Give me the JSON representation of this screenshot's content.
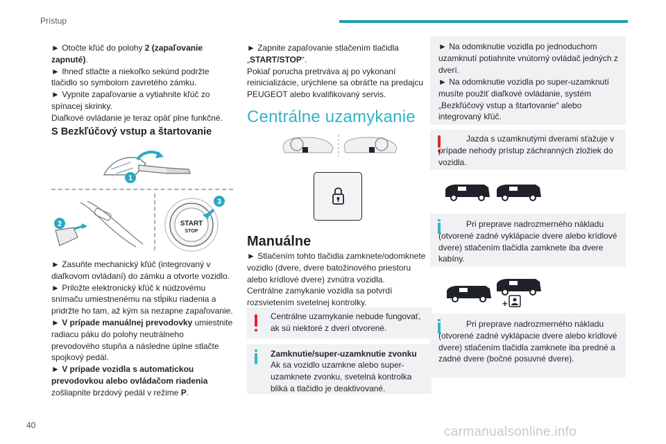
{
  "header": {
    "title": "Prístup"
  },
  "footer": {
    "page_number": "40",
    "watermark": "carmanualsonline.info"
  },
  "col1": {
    "intro_p1_a": "► Otočte kľúč do polohy ",
    "intro_p1_b": "2 (zapaľovanie zapnuté)",
    "intro_p1_c": ".",
    "intro_p2": "► Ihneď stlačte a niekoľko sekúnd podržte tlačidlo so symbolom zavretého zámku.",
    "intro_p3": "► Vypnite zapaľovanie a vytiahnite kľúč zo spínacej skrinky.",
    "intro_p4": "Diaľkové ovládanie je teraz opäť plne funkčné.",
    "section_heading": "S Bezkľúčový vstup a štartovanie",
    "figure_labels": {
      "step1": "1",
      "step2": "2",
      "step3": "3",
      "start_line1": "START",
      "start_line2": "STOP"
    },
    "step_p1": "► Zasuňte mechanický kľúč (integrovaný v diaľkovom ovládaní) do zámku a otvorte vozidlo.",
    "step_p2": "► Priložte elektronický kľúč k núdzovému snímaču umiestnenému na stĺpiku riadenia a pridržte ho tam, až kým sa nezapne zapaľovanie.",
    "step_p3_bold": "► V prípade manuálnej prevodovky",
    "step_p3_rest": " umiestnite radiacu páku do polohy neutrálneho prevodového stupňa a následne úplne stlačte spojkový pedál.",
    "step_p4_bold": "► V prípade vozidla s automatickou prevodovkou alebo ovládačom riadenia",
    "step_p4_rest_a": " zošliapnite brzdový pedál v režime ",
    "step_p4_rest_b": "P",
    "step_p4_rest_c": "."
  },
  "col2": {
    "p1_a": "► Zapnite zapaľovanie stlačením tlačidla „",
    "p1_b": "START/STOP",
    "p1_c": "“.",
    "p2": "Pokiaľ porucha pretrváva aj po vykonaní reinicializácie, urýchlene sa obráťte na predajcu PEUGEOT alebo kvalifikovaný servis.",
    "chapter_title": "Centrálne uzamykanie",
    "manual_heading": "Manuálne",
    "manual_p1": "► Stlačením tohto tlačidla zamknete/odomknete vozidlo (dvere, dvere batožinového priestoru alebo krídlové dvere) zvnútra vozidla.",
    "manual_p2": "Centrálne zamykanie vozidla sa potvrdí rozsvietením svetelnej kontrolky.",
    "warning_text": "Centrálne uzamykanie nebude fungovať, ak sú niektoré z dverí otvorené.",
    "info_title": "Zamknutie/super-uzamknutie zvonku",
    "info_text": "Ak sa vozidlo uzamkne alebo super-uzamknete zvonku, svetelná kontrolka bliká a tlačidlo je deaktivované."
  },
  "col3": {
    "box1_p1": "► Na odomknutie vozidla po jednoduchom uzamknutí potiahnite vnútorný ovládač jedných z dverí.",
    "box1_p2": "► Na odomknutie vozidla po super-uzamknutí musíte použiť diaľkové ovládanie, systém „Bezkľúčový vstup a štartovanie“ alebo integrovaný kľúč.",
    "warning_text": "Jazda s uzamknutými dverami sťažuje v prípade nehody prístup záchranných zložiek do vozidla.",
    "info1_text": "Pri preprave nadrozmerného nákladu (otvorené zadné vyklápacie dvere alebo krídlové dvere) stlačením tlačidla zamknete iba dvere kabíny.",
    "info2_text": "Pri preprave nadrozmerného nákladu (otvorené zadné vyklápacie dvere alebo krídlové dvere) stlačením tlačidla zamknete iba predné a zadné dvere (bočné posuvné dvere).",
    "van_badge": "+"
  },
  "colors": {
    "accent": "#33b3c9",
    "header_bar": "#1f9bb5",
    "warning": "#e1262d",
    "box_bg": "#f0f1f3"
  }
}
